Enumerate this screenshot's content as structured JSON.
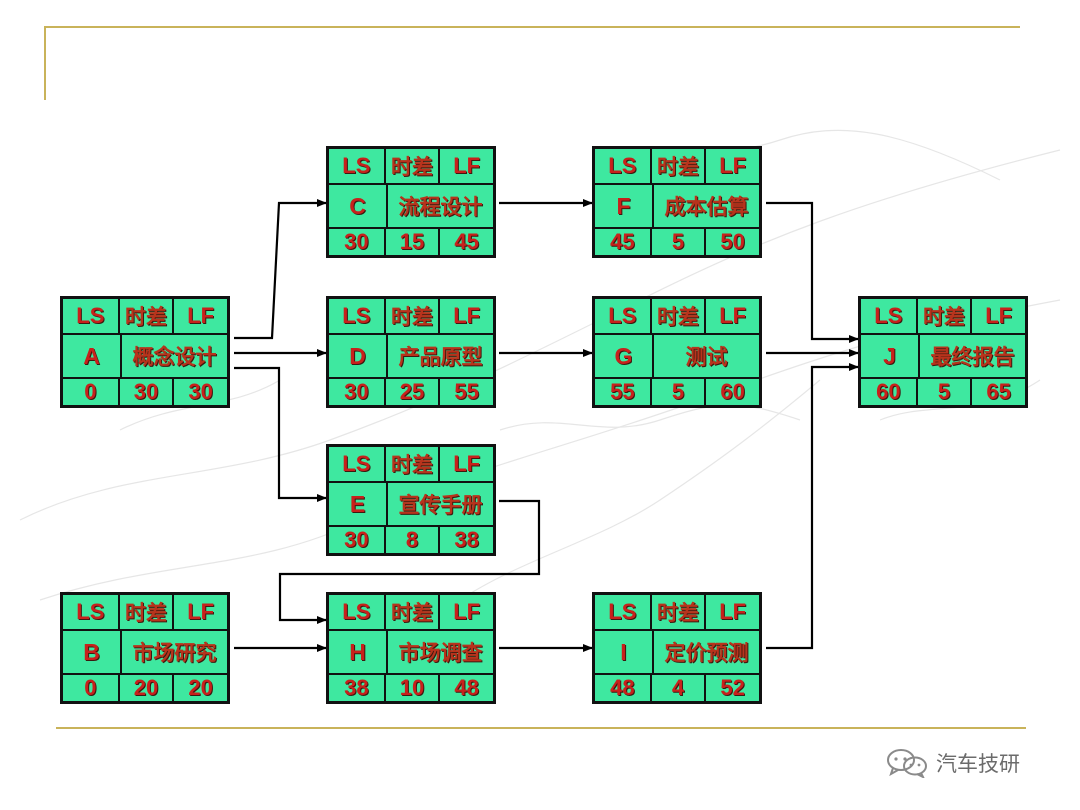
{
  "headers": {
    "ls": "LS",
    "slack": "时差",
    "lf": "LF"
  },
  "nodes": {
    "A": {
      "id": "A",
      "name": "概念设计",
      "ls": "0",
      "slack": "30",
      "lf": "30"
    },
    "B": {
      "id": "B",
      "name": "市场研究",
      "ls": "0",
      "slack": "20",
      "lf": "20"
    },
    "C": {
      "id": "C",
      "name": "流程设计",
      "ls": "30",
      "slack": "15",
      "lf": "45"
    },
    "D": {
      "id": "D",
      "name": "产品原型",
      "ls": "30",
      "slack": "25",
      "lf": "55"
    },
    "E": {
      "id": "E",
      "name": "宣传手册",
      "ls": "30",
      "slack": "8",
      "lf": "38"
    },
    "H": {
      "id": "H",
      "name": "市场调查",
      "ls": "38",
      "slack": "10",
      "lf": "48"
    },
    "F": {
      "id": "F",
      "name": "成本估算",
      "ls": "45",
      "slack": "5",
      "lf": "50"
    },
    "G": {
      "id": "G",
      "name": "测试",
      "ls": "55",
      "slack": "5",
      "lf": "60"
    },
    "I": {
      "id": "I",
      "name": "定价预测",
      "ls": "48",
      "slack": "4",
      "lf": "52"
    },
    "J": {
      "id": "J",
      "name": "最终报告",
      "ls": "60",
      "slack": "5",
      "lf": "65"
    }
  },
  "edges": [
    [
      "A",
      "C"
    ],
    [
      "A",
      "D"
    ],
    [
      "A",
      "E"
    ],
    [
      "E",
      "H"
    ],
    [
      "B",
      "H"
    ],
    [
      "C",
      "F"
    ],
    [
      "D",
      "G"
    ],
    [
      "H",
      "I"
    ],
    [
      "F",
      "J"
    ],
    [
      "G",
      "J"
    ],
    [
      "I",
      "J"
    ]
  ],
  "watermark": {
    "text": "汽车技研",
    "icon": "wechat-icon"
  },
  "colors": {
    "node_fill": "#3ee8a0",
    "text": "#c8211c",
    "frame": "#c9b35a"
  }
}
